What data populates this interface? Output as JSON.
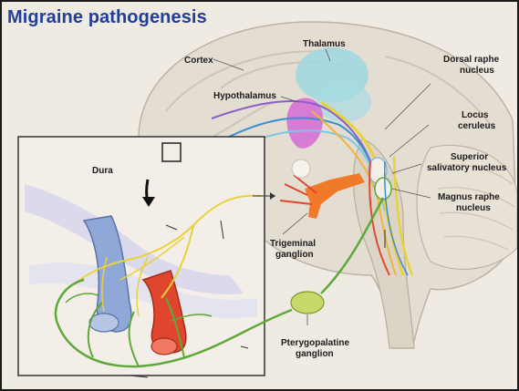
{
  "title": "Migraine pathogenesis",
  "labels": {
    "cortex": "Cortex",
    "thalamus": "Thalamus",
    "hypothalamus": "Hypothalamus",
    "dorsal_raphe_1": "Dorsal raphe",
    "dorsal_raphe_2": "nucleus",
    "locus_1": "Locus",
    "locus_2": "ceruleus",
    "superior_1": "Superior",
    "superior_2": "salivatory nucleus",
    "magnus_1": "Magnus raphe",
    "magnus_2": "nucleus",
    "dura": "Dura",
    "trigeminal_1": "Trigeminal",
    "trigeminal_2": "ganglion",
    "ptery_1": "Pterygopalatine",
    "ptery_2": "ganglion"
  },
  "colors": {
    "title": "#1f3f9a",
    "thalamus": "#9fd7e0",
    "hypothalamus": "#d66ad6",
    "nerve_yellow": "#e8d23a",
    "nerve_green": "#5fa83a",
    "vessel_red": "#e0452d",
    "vessel_blue": "#8fa8d8",
    "trigeminal": "#f07a2a",
    "pathway_blue": "#3b8fd0",
    "pathway_purple": "#8a5fc8"
  }
}
